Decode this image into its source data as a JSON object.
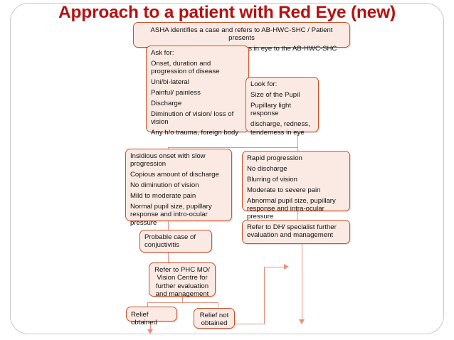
{
  "slide": {
    "title": "Approach to a patient with Red Eye (new)",
    "title_color": "#b81010",
    "box_fill": "#fbeae3",
    "box_border": "#c8522a",
    "connector_color": "#e8927c",
    "frame_color": "#c8c8c8"
  },
  "nodes": {
    "asha": {
      "lines": [
        "ASHA identifies a case and refers to AB-HWC-SHC / Patient presents",
        "with a primary complain of redness in eye to the AB-HWC-SHC"
      ]
    },
    "ask_for": {
      "lines": [
        "Ask for:",
        "Onset, duration and progression of disease",
        "Uni/bi-lateral",
        "Painful/ painless",
        "Discharge",
        "Diminution of vision/ loss of vision",
        "Any h/o trauma, foreign body"
      ]
    },
    "look_for": {
      "lines": [
        "Look for:",
        "Size of the Pupil",
        "Pupillary light response",
        "discharge, redness, tenderness in eye"
      ]
    },
    "insidious": {
      "lines": [
        "Insidious onset with slow progression",
        "Copious  amount of discharge",
        "No diminution of vision",
        "Mild to moderate pain",
        "Normal pupil size, pupillary response and intro-ocular pressure"
      ]
    },
    "rapid": {
      "lines": [
        "Rapid progression",
        "No discharge",
        "Blurring of vision",
        "Moderate to severe pain",
        "Abnormal pupil size, pupillary response and intra-ocular pressure"
      ]
    },
    "conjunctivitis": {
      "lines": [
        "Probable case of conjuctivitis"
      ]
    },
    "refer_dh": {
      "lines": [
        "Refer to DH/ specialist further evaluation and management"
      ]
    },
    "refer_phc": {
      "lines": [
        "Refer to PHC MO/ Vision Centre for further evaluation and management"
      ]
    },
    "relief_obtained": {
      "lines": [
        "Relief obtained"
      ]
    },
    "relief_not_obtained": {
      "lines": [
        "Relief not obtained"
      ]
    }
  }
}
